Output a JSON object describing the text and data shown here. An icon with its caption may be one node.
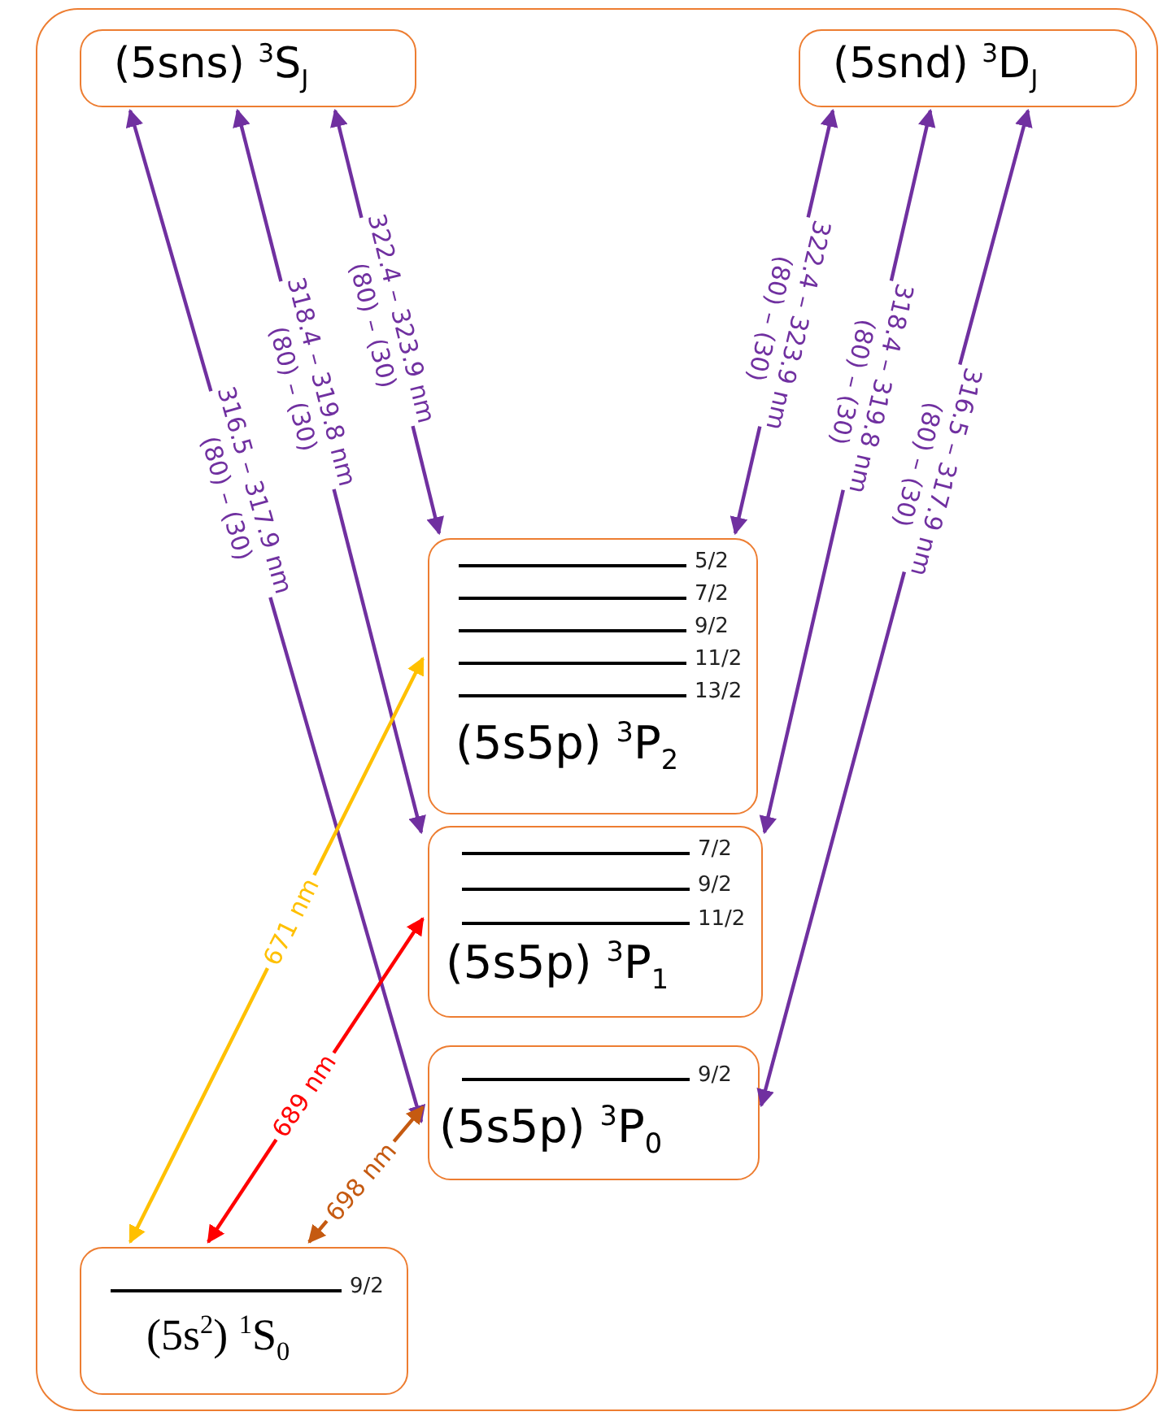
{
  "diagram": {
    "nodes": [
      {
        "text": [],
        "shape": "box"
      },
      {
        "text": [
          "(5sns) $^{3}$S$_{J}$"
        ],
        "in": 0
      },
      {
        "text": [
          "(5snd) $^{3}$D$_{J}$"
        ],
        "in": 0
      },
      {
        "text": [
          "5/2",
          "7/2",
          "9/2",
          "11/2",
          "13/2",
          "(5s5p) $^{3}$P$_{2}$"
        ],
        "in": 0
      },
      {
        "text": [
          "7/2",
          "9/2",
          "11/2",
          "(5s5p) $^{3}$P$_{1}$"
        ],
        "in": 0
      },
      {
        "text": [
          "9/2",
          "(5s5p) $^{3}$P$_{0}$"
        ],
        "in": 0
      },
      {
        "text": [
          "9/2",
          "(5s$^{2}$) $^{1}$S$_{0}$"
        ],
        "in": 0
      }
    ],
    "edges": [
      {
        "from": 1,
        "to": 5,
        "arrow": "both",
        "label": "316.5 – 317.9 nm (80) – (30)"
      },
      {
        "from": 1,
        "to": 4,
        "arrow": "both",
        "label": "318.4 – 319.8 nm (80) – (30)"
      },
      {
        "from": 1,
        "to": 3,
        "arrow": "both",
        "label": "322.4 – 323.9 nm (80) – (30)"
      },
      {
        "from": 2,
        "to": 3,
        "arrow": "both",
        "label": "322.4 – 323.9 nm (80) – (30)"
      },
      {
        "from": 2,
        "to": 4,
        "arrow": "both",
        "label": "318.4 – 319.8 nm (80) – (30)"
      },
      {
        "from": 2,
        "to": 5,
        "arrow": "both",
        "label": "316.5 – 317.9 nm (80) – (30)"
      },
      {
        "from": 6,
        "to": 3,
        "arrow": "both",
        "label": "671 nm",
        "color": "#ffc000"
      },
      {
        "from": 6,
        "to": 4,
        "arrow": "both",
        "label": "689 nm",
        "color": "#ff0000"
      },
      {
        "from": 6,
        "to": 5,
        "arrow": "both",
        "label": "698 nm",
        "color": "#c55a11"
      }
    ]
  }
}
